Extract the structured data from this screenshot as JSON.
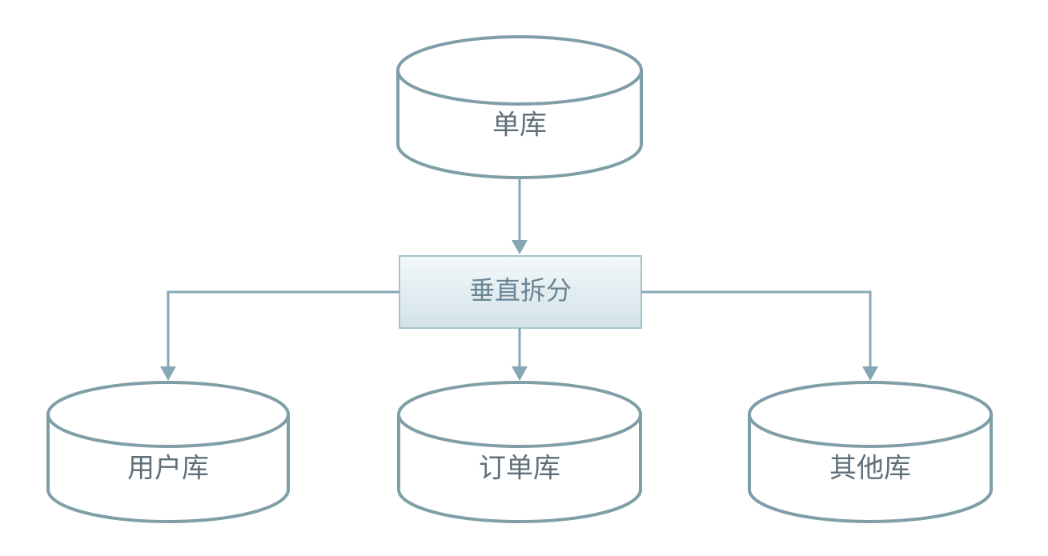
{
  "nodes": {
    "source": {
      "label": "单库"
    },
    "process": {
      "label": "垂直拆分"
    },
    "targets": [
      {
        "label": "用户库"
      },
      {
        "label": "订单库"
      },
      {
        "label": "其他库"
      }
    ]
  },
  "colors": {
    "outline": "#7f9ea8",
    "connector": "#86a8b5",
    "process_fill_light": "#f1f6f8",
    "process_fill_dark": "#d4e3e9",
    "text": "#5f6f78"
  }
}
